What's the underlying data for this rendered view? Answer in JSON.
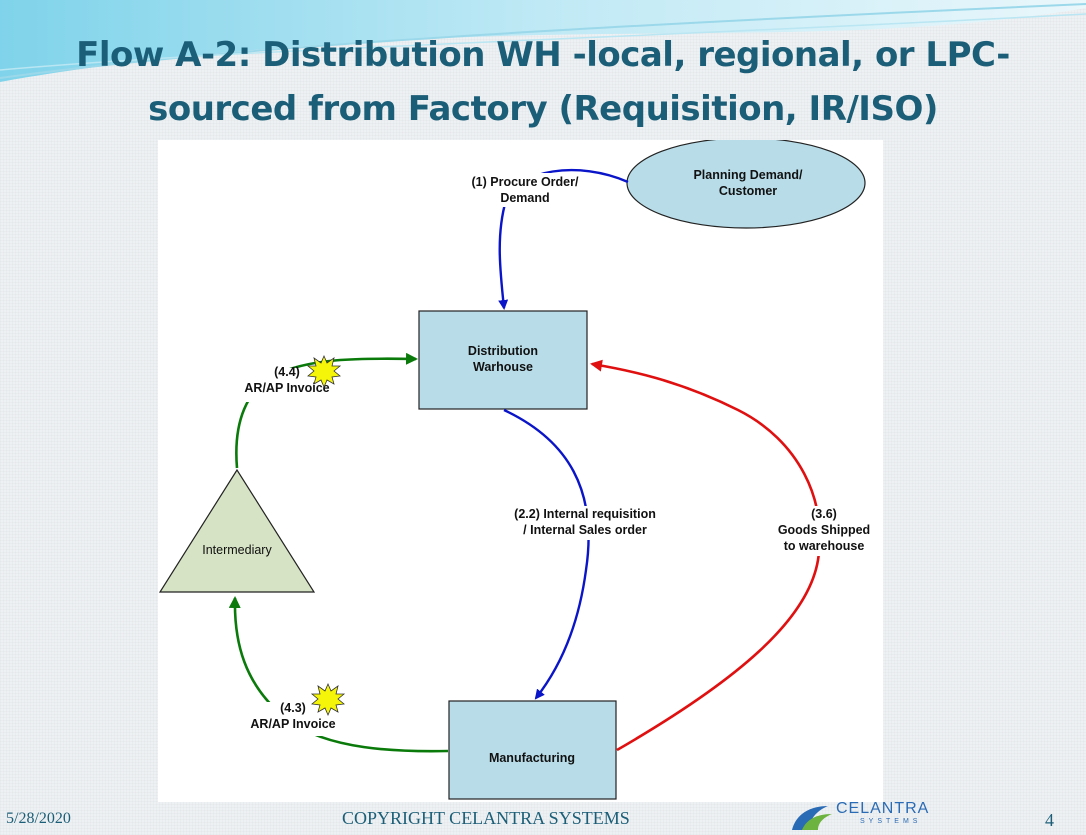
{
  "slide": {
    "title_line1": "Flow A-2: Distribution WH -local, regional, or LPC-",
    "title_line2": "sourced from Factory (Requisition, IR/ISO)"
  },
  "diagram": {
    "nodes": {
      "planning_line1": "Planning Demand/",
      "planning_line2": "Customer",
      "dist_line1": "Distribution",
      "dist_line2": "Warhouse",
      "manufacturing": "Manufacturing",
      "intermediary": "Intermediary"
    },
    "labels": {
      "procure_line1": "(1) Procure Order/",
      "procure_line2": "Demand",
      "ir_line1": "(2.2) Internal requisition",
      "ir_line2": "/ Internal Sales order",
      "goods_line1": "(3.6)",
      "goods_line2": "Goods Shipped",
      "goods_line3": "to warehouse",
      "inv44_line1": "(4.4)",
      "inv44_line2": "AR/AP Invoice",
      "inv43_line1": "(4.3)",
      "inv43_line2": "AR/AP Invoice"
    },
    "colors": {
      "blue_flow": "#0a14c8",
      "red_flow": "#e01010",
      "green_flow": "#0a7a0a",
      "box_fill": "#b8dde9",
      "triangle_fill": "#d6e3c4",
      "star_fill": "#f5f50a"
    }
  },
  "footer": {
    "date": "5/28/2020",
    "copyright": "COPYRIGHT CELANTRA SYSTEMS",
    "page_number": "4",
    "logo_name": "CELANTRA",
    "logo_sub": "SYSTEMS"
  }
}
